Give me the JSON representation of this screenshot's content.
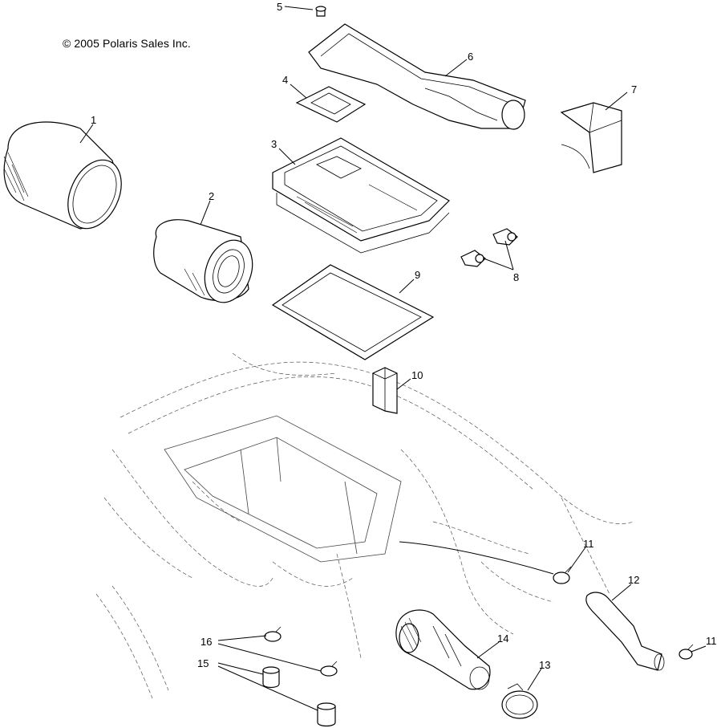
{
  "copyright": "© 2005 Polaris Sales Inc.",
  "callouts": [
    {
      "id": "1",
      "label": "1"
    },
    {
      "id": "2",
      "label": "2"
    },
    {
      "id": "3",
      "label": "3"
    },
    {
      "id": "4",
      "label": "4"
    },
    {
      "id": "5",
      "label": "5"
    },
    {
      "id": "6",
      "label": "6"
    },
    {
      "id": "7",
      "label": "7"
    },
    {
      "id": "8",
      "label": "8"
    },
    {
      "id": "9",
      "label": "9"
    },
    {
      "id": "10",
      "label": "10"
    },
    {
      "id": "11a",
      "label": "11"
    },
    {
      "id": "11b",
      "label": "11"
    },
    {
      "id": "12",
      "label": "12"
    },
    {
      "id": "13",
      "label": "13"
    },
    {
      "id": "14",
      "label": "14"
    },
    {
      "id": "15",
      "label": "15"
    },
    {
      "id": "16",
      "label": "16"
    }
  ]
}
